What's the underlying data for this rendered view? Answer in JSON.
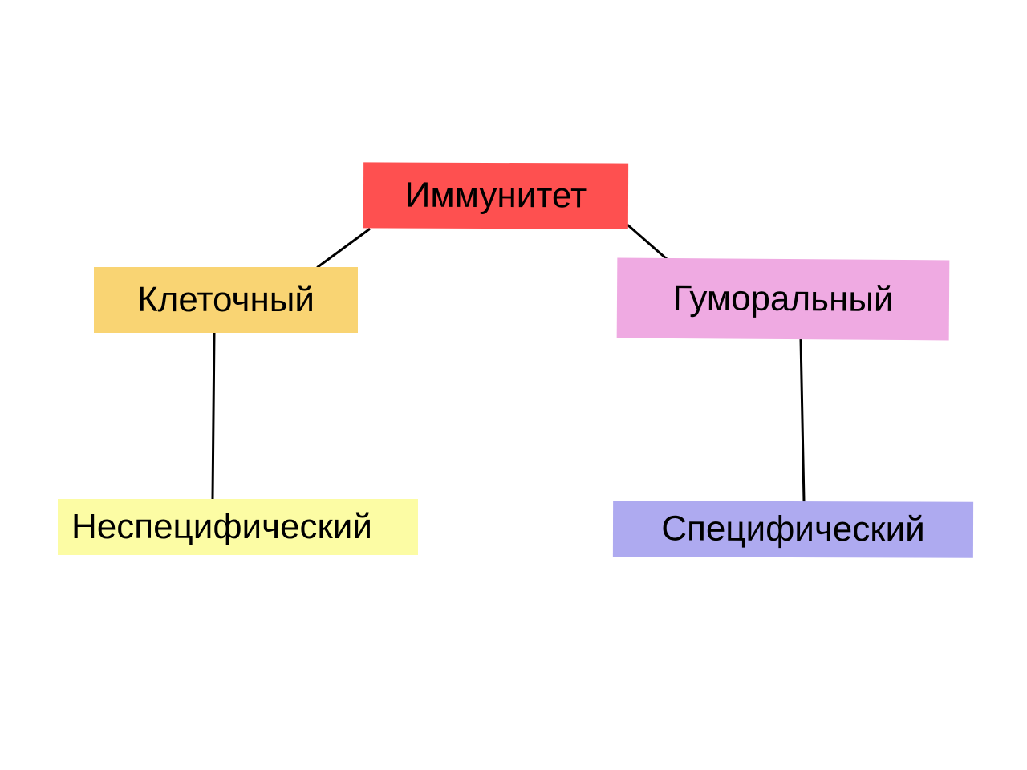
{
  "diagram": {
    "root": {
      "label": "Иммунитет",
      "color": "#fe5050"
    },
    "branches": [
      {
        "label": "Клеточный",
        "color": "#f9d473",
        "child": {
          "label": "Неспецифический",
          "color": "#fcfca4"
        }
      },
      {
        "label": "Гуморальный",
        "color": "#efaae2",
        "child": {
          "label": "Специфический",
          "color": "#aeaaf0"
        }
      }
    ]
  }
}
